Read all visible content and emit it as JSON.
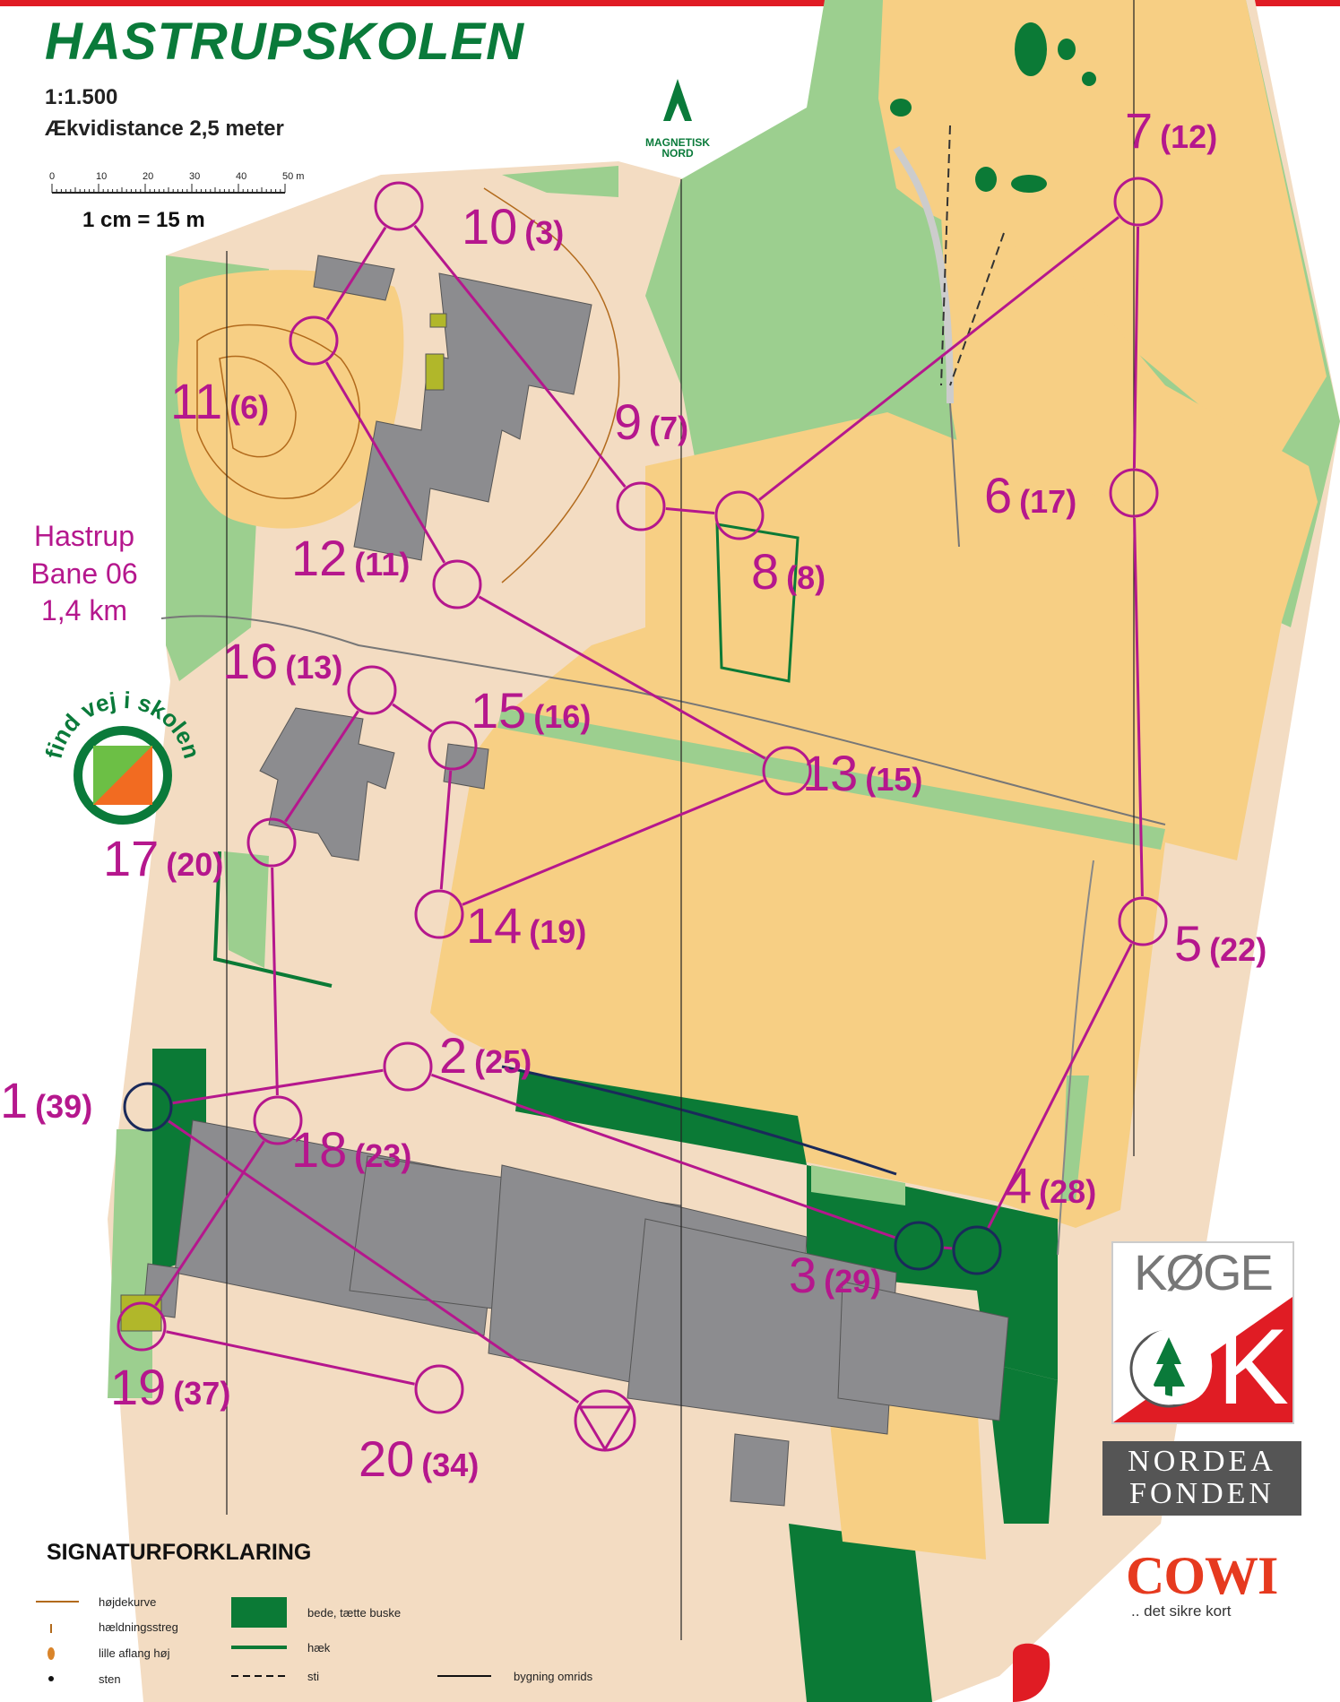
{
  "map": {
    "title": "HASTRUPSKOLEN",
    "scale": "1:1.500",
    "equidistance": "Ækvidistance 2,5 meter",
    "scalebar_ticks": [
      "0",
      "10",
      "20",
      "30",
      "40",
      "50 m"
    ],
    "scale_note": "1 cm = 15 m",
    "north_label_1": "MAGNETISK",
    "north_label_2": "NORD"
  },
  "course": {
    "line1": "Hastrup",
    "line2": "Bane 06",
    "line3": "1,4 km"
  },
  "controls": [
    {
      "num": "1",
      "code": "(39)"
    },
    {
      "num": "2",
      "code": "(25)"
    },
    {
      "num": "3",
      "code": "(29)"
    },
    {
      "num": "4",
      "code": "(28)"
    },
    {
      "num": "5",
      "code": "(22)"
    },
    {
      "num": "6",
      "code": "(17)"
    },
    {
      "num": "7",
      "code": "(12)"
    },
    {
      "num": "8",
      "code": "(8)"
    },
    {
      "num": "9",
      "code": "(7)"
    },
    {
      "num": "10",
      "code": "(3)"
    },
    {
      "num": "11",
      "code": "(6)"
    },
    {
      "num": "12",
      "code": "(11)"
    },
    {
      "num": "13",
      "code": "(15)"
    },
    {
      "num": "14",
      "code": "(19)"
    },
    {
      "num": "15",
      "code": "(16)"
    },
    {
      "num": "16",
      "code": "(13)"
    },
    {
      "num": "17",
      "code": "(20)"
    },
    {
      "num": "18",
      "code": "(23)"
    },
    {
      "num": "19",
      "code": "(37)"
    },
    {
      "num": "20",
      "code": "(34)"
    }
  ],
  "legend": {
    "title": "SIGNATURFORKLARING",
    "items": {
      "contour": "højdekurve",
      "slope": "hældningsstreg",
      "knoll": "lille aflang høj",
      "boulder": "sten",
      "thicket": "bede, tætte buske",
      "hedge": "hæk",
      "path": "sti",
      "outline": "bygning omrids"
    }
  },
  "logos": {
    "find_vej": "find vej i skolen",
    "koge_top": "KØGE",
    "koge_ok": "OK",
    "nordea_1": "NORDEA",
    "nordea_2": "FONDEN",
    "cowi": "COWI",
    "cowi_tagline": ".. det sikre kort"
  },
  "colors": {
    "course": "#b5178d",
    "open_land": "#f7cf84",
    "rough_open": "#fbe3b0",
    "forest_green": "#9ccf8f",
    "thicket_green": "#0b7a36",
    "building": "#8c8c8f",
    "paved": "#f3dcc2",
    "title_green": "#0a7a3a"
  }
}
